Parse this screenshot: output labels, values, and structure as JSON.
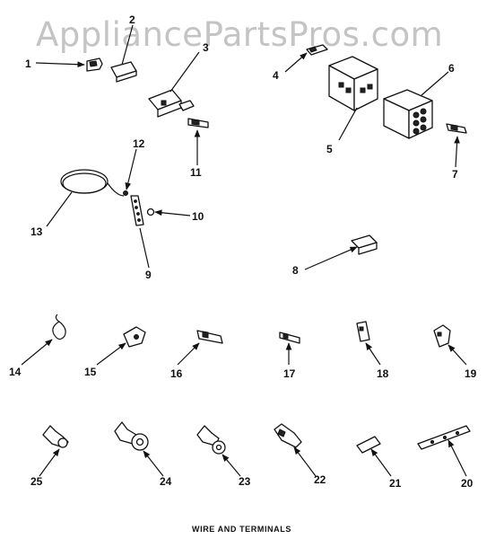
{
  "watermark": "AppliancePartsPros.com",
  "caption": "WIRE AND TERMINALS",
  "callouts": [
    "1",
    "2",
    "3",
    "4",
    "5",
    "6",
    "7",
    "8",
    "9",
    "10",
    "11",
    "12",
    "13",
    "14",
    "15",
    "16",
    "17",
    "18",
    "19",
    "20",
    "21",
    "22",
    "23",
    "24",
    "25"
  ]
}
